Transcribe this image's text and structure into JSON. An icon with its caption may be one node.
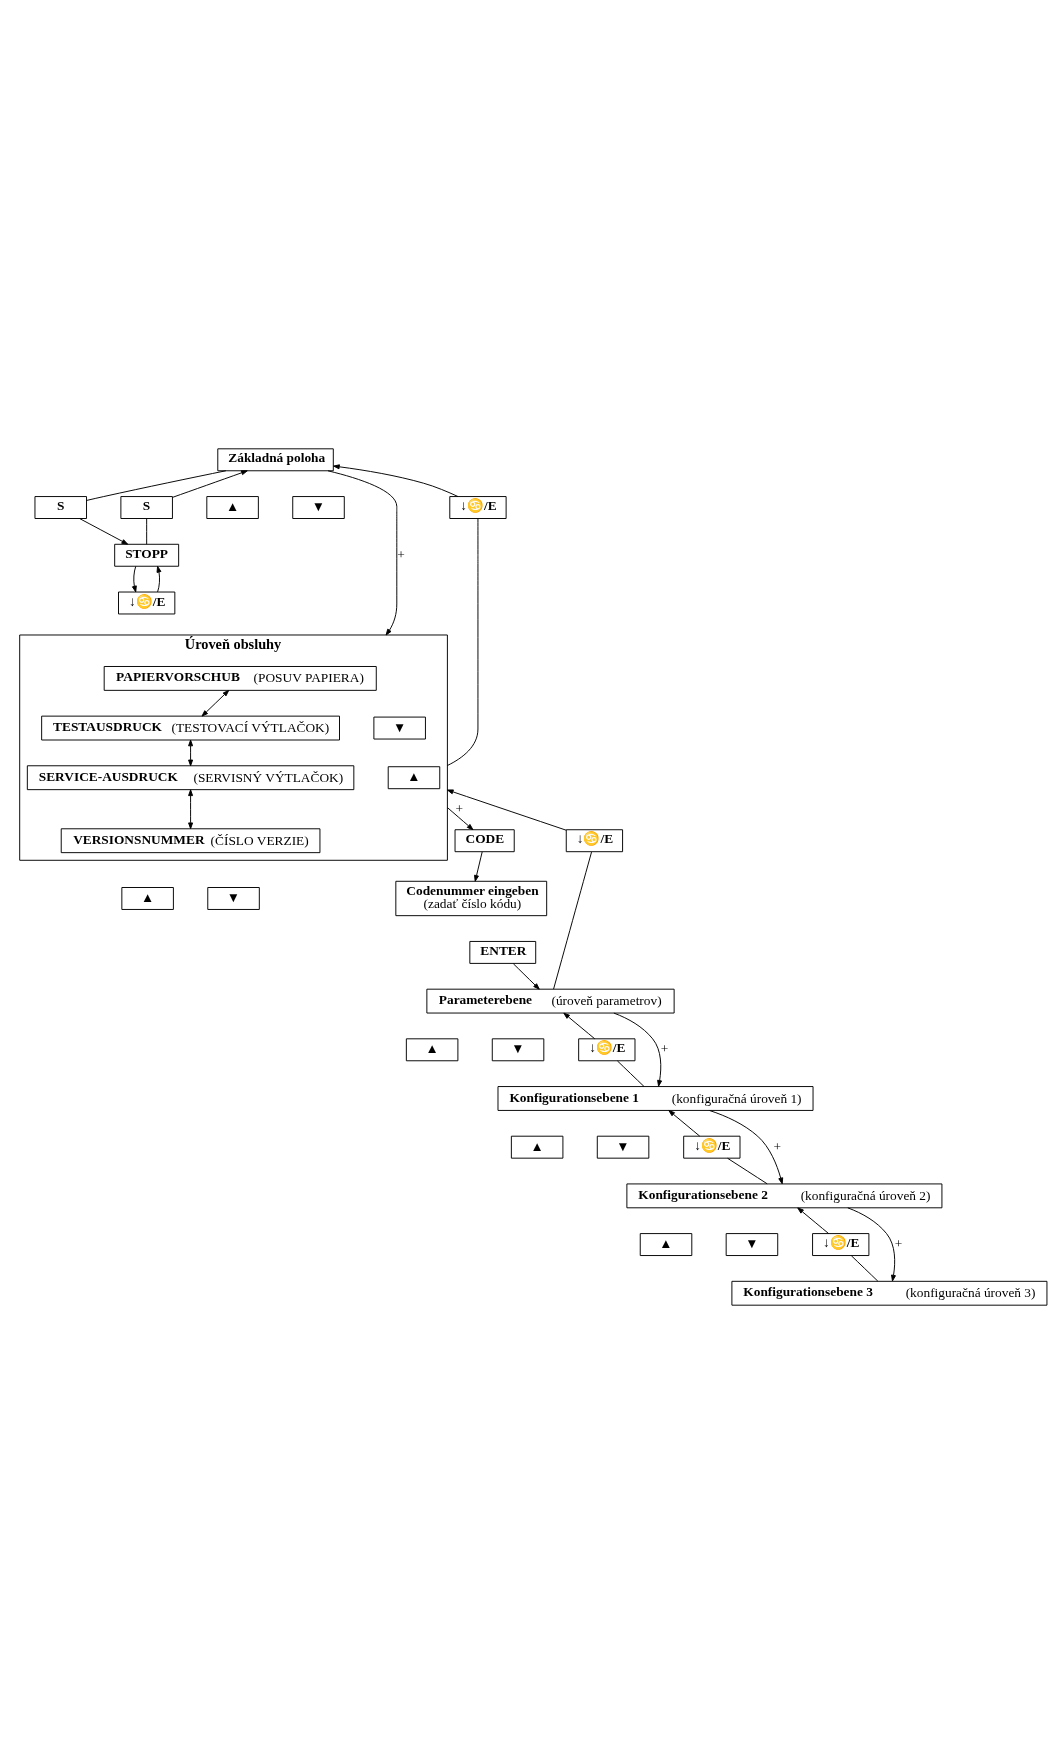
{
  "diagram": {
    "nodes": [
      {
        "text": [
          "Základná poloha"
        ]
      },
      {
        "text": [
          "S"
        ]
      },
      {
        "text": [
          "S"
        ]
      },
      {
        "text": [
          "STOPP"
        ]
      },
      {
        "text": [
          "↓♋/E"
        ]
      },
      {
        "text": [
          "▲"
        ]
      },
      {
        "text": [
          "▼"
        ]
      },
      {
        "text": [
          "↓♋/E"
        ]
      },
      {
        "text": [
          "Úroveň obsluhy"
        ]
      },
      {
        "text": [
          "**PAPIERVORSCHUB** (POSUV PAPIERA)"
        ],
        "in": 8
      },
      {
        "text": [
          "**TESTAUSDRUCK** (TESTOVACÍ VÝTLAČOK)"
        ],
        "in": 8
      },
      {
        "text": [
          "**SERVICE-AUSDRUCK** (SERVISNÝ VÝTLAČOK)"
        ],
        "in": 8
      },
      {
        "text": [
          "**VERSIONSNUMMER** (ČÍSLO VERZIE)"
        ],
        "in": 8
      },
      {
        "text": [
          "▼"
        ],
        "in": 8
      },
      {
        "text": [
          "▲"
        ],
        "in": 8
      },
      {
        "text": [
          "▲"
        ]
      },
      {
        "text": [
          "▼"
        ]
      },
      {
        "text": [
          "CODE"
        ]
      },
      {
        "text": [
          "**Codenummer eingeben**",
          "(zadať číslo kódu)"
        ]
      },
      {
        "text": [
          "ENTER"
        ]
      },
      {
        "text": [
          "↓♋/E"
        ]
      },
      {
        "text": [
          "**Parameterebene** (úroveň parametrov)"
        ]
      },
      {
        "text": [
          "▲"
        ]
      },
      {
        "text": [
          "▼"
        ]
      },
      {
        "text": [
          "↓♋/E"
        ]
      },
      {
        "text": [
          "**Konfigurationsebene 1** (konfiguračná úroveň 1)"
        ]
      },
      {
        "text": [
          "▲"
        ]
      },
      {
        "text": [
          "▼"
        ]
      },
      {
        "text": [
          "↓♋/E"
        ]
      },
      {
        "text": [
          "**Konfigurationsebene 2** (konfiguračná úroveň 2)"
        ]
      },
      {
        "text": [
          "▲"
        ]
      },
      {
        "text": [
          "▼"
        ]
      },
      {
        "text": [
          "↓♋/E"
        ]
      },
      {
        "text": [
          "**Konfigurationsebene 3** (konfiguračná úroveň 3)"
        ]
      }
    ],
    "edges": [
      {
        "from": 0,
        "to": 1,
        "arrow": "none"
      },
      {
        "from": 1,
        "to": 3,
        "arrow": "to"
      },
      {
        "from": 3,
        "to": 2,
        "arrow": "none"
      },
      {
        "from": 2,
        "to": 0,
        "arrow": "to"
      },
      {
        "from": 3,
        "to": 4,
        "arrow": "to"
      },
      {
        "from": 4,
        "to": 3,
        "arrow": "to"
      },
      {
        "from": 0,
        "to": 8,
        "arrow": "to",
        "label": "+"
      },
      {
        "from": 8,
        "to": 7,
        "arrow": "none"
      },
      {
        "from": 7,
        "to": 0,
        "arrow": "to"
      },
      {
        "from": 9,
        "to": 10,
        "arrow": "both"
      },
      {
        "from": 10,
        "to": 11,
        "arrow": "both"
      },
      {
        "from": 11,
        "to": 12,
        "arrow": "both"
      },
      {
        "from": 8,
        "to": 17,
        "arrow": "to",
        "label": "+"
      },
      {
        "from": 17,
        "to": 18,
        "arrow": "to"
      },
      {
        "from": 19,
        "to": 21,
        "arrow": "to"
      },
      {
        "from": 21,
        "to": 20,
        "arrow": "none"
      },
      {
        "from": 20,
        "to": 8,
        "arrow": "to"
      },
      {
        "from": 21,
        "to": 25,
        "arrow": "to",
        "label": "+"
      },
      {
        "from": 25,
        "to": 24,
        "arrow": "none"
      },
      {
        "from": 24,
        "to": 21,
        "arrow": "to"
      },
      {
        "from": 25,
        "to": 29,
        "arrow": "to",
        "label": "+"
      },
      {
        "from": 29,
        "to": 28,
        "arrow": "none"
      },
      {
        "from": 28,
        "to": 25,
        "arrow": "to"
      },
      {
        "from": 29,
        "to": 33,
        "arrow": "to",
        "label": "+"
      },
      {
        "from": 33,
        "to": 32,
        "arrow": "none"
      },
      {
        "from": 32,
        "to": 29,
        "arrow": "to"
      }
    ]
  }
}
